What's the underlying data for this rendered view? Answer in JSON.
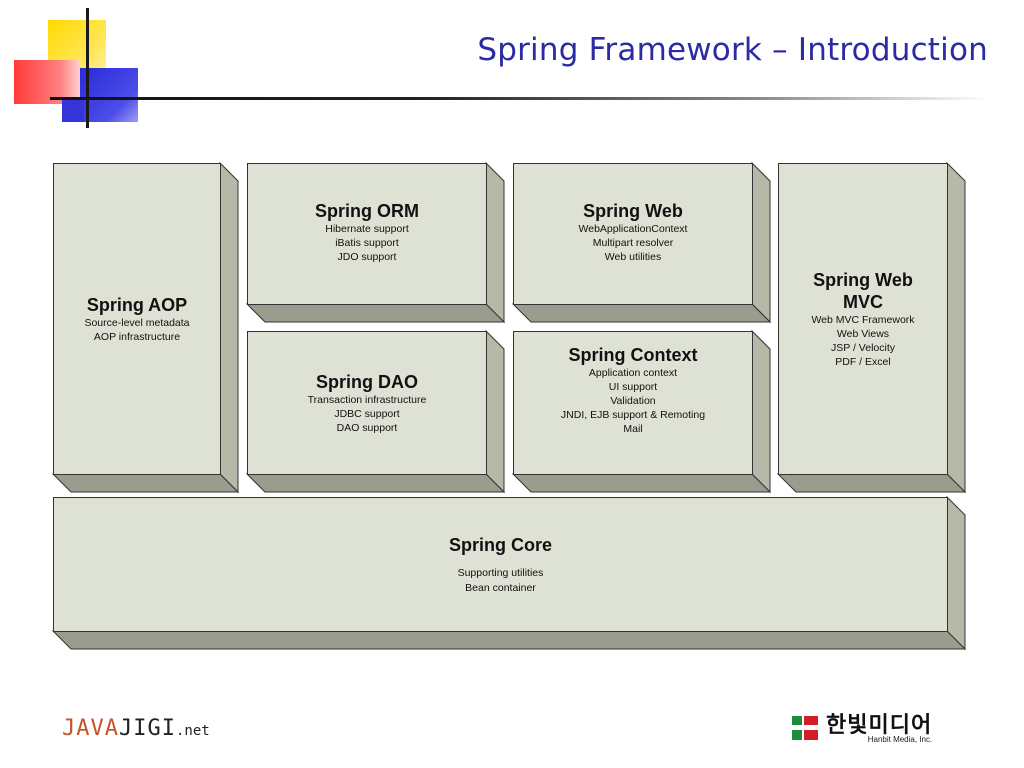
{
  "slide": {
    "title": "Spring Framework – Introduction"
  },
  "modules": {
    "aop": {
      "title": "Spring AOP",
      "lines": [
        "Source-level metadata",
        "AOP infrastructure"
      ]
    },
    "orm": {
      "title": "Spring ORM",
      "lines": [
        "Hibernate support",
        "iBatis support",
        "JDO support"
      ]
    },
    "web": {
      "title": "Spring Web",
      "lines": [
        "WebApplicationContext",
        "Multipart resolver",
        "Web utilities"
      ]
    },
    "webmvc": {
      "title_line1": "Spring Web",
      "title_line2": "MVC",
      "lines": [
        "Web MVC Framework",
        "Web Views",
        "JSP / Velocity",
        "PDF / Excel"
      ]
    },
    "dao": {
      "title": "Spring DAO",
      "lines": [
        "Transaction infrastructure",
        "JDBC support",
        "DAO support"
      ]
    },
    "context": {
      "title": "Spring Context",
      "lines": [
        "Application context",
        "UI support",
        "Validation",
        "JNDI, EJB support & Remoting",
        "Mail"
      ]
    },
    "core": {
      "title": "Spring Core",
      "lines": [
        "Supporting utilities",
        "Bean container"
      ]
    }
  },
  "footer": {
    "left_logo": {
      "java": "JAVA",
      "jigi": "JIGI",
      "net": ".net"
    },
    "right_logo": {
      "korean": "한빛미디어",
      "english": "Hanbit Media, Inc."
    }
  },
  "colors": {
    "title": "#2b2ba4",
    "box_face": "#dee2d4",
    "box_side": "#b7b8a8",
    "box_bottom": "#9b9c8e",
    "logo_java": "#c4542b",
    "hb_green": "#1f8a3a",
    "hb_red": "#d01f26"
  }
}
